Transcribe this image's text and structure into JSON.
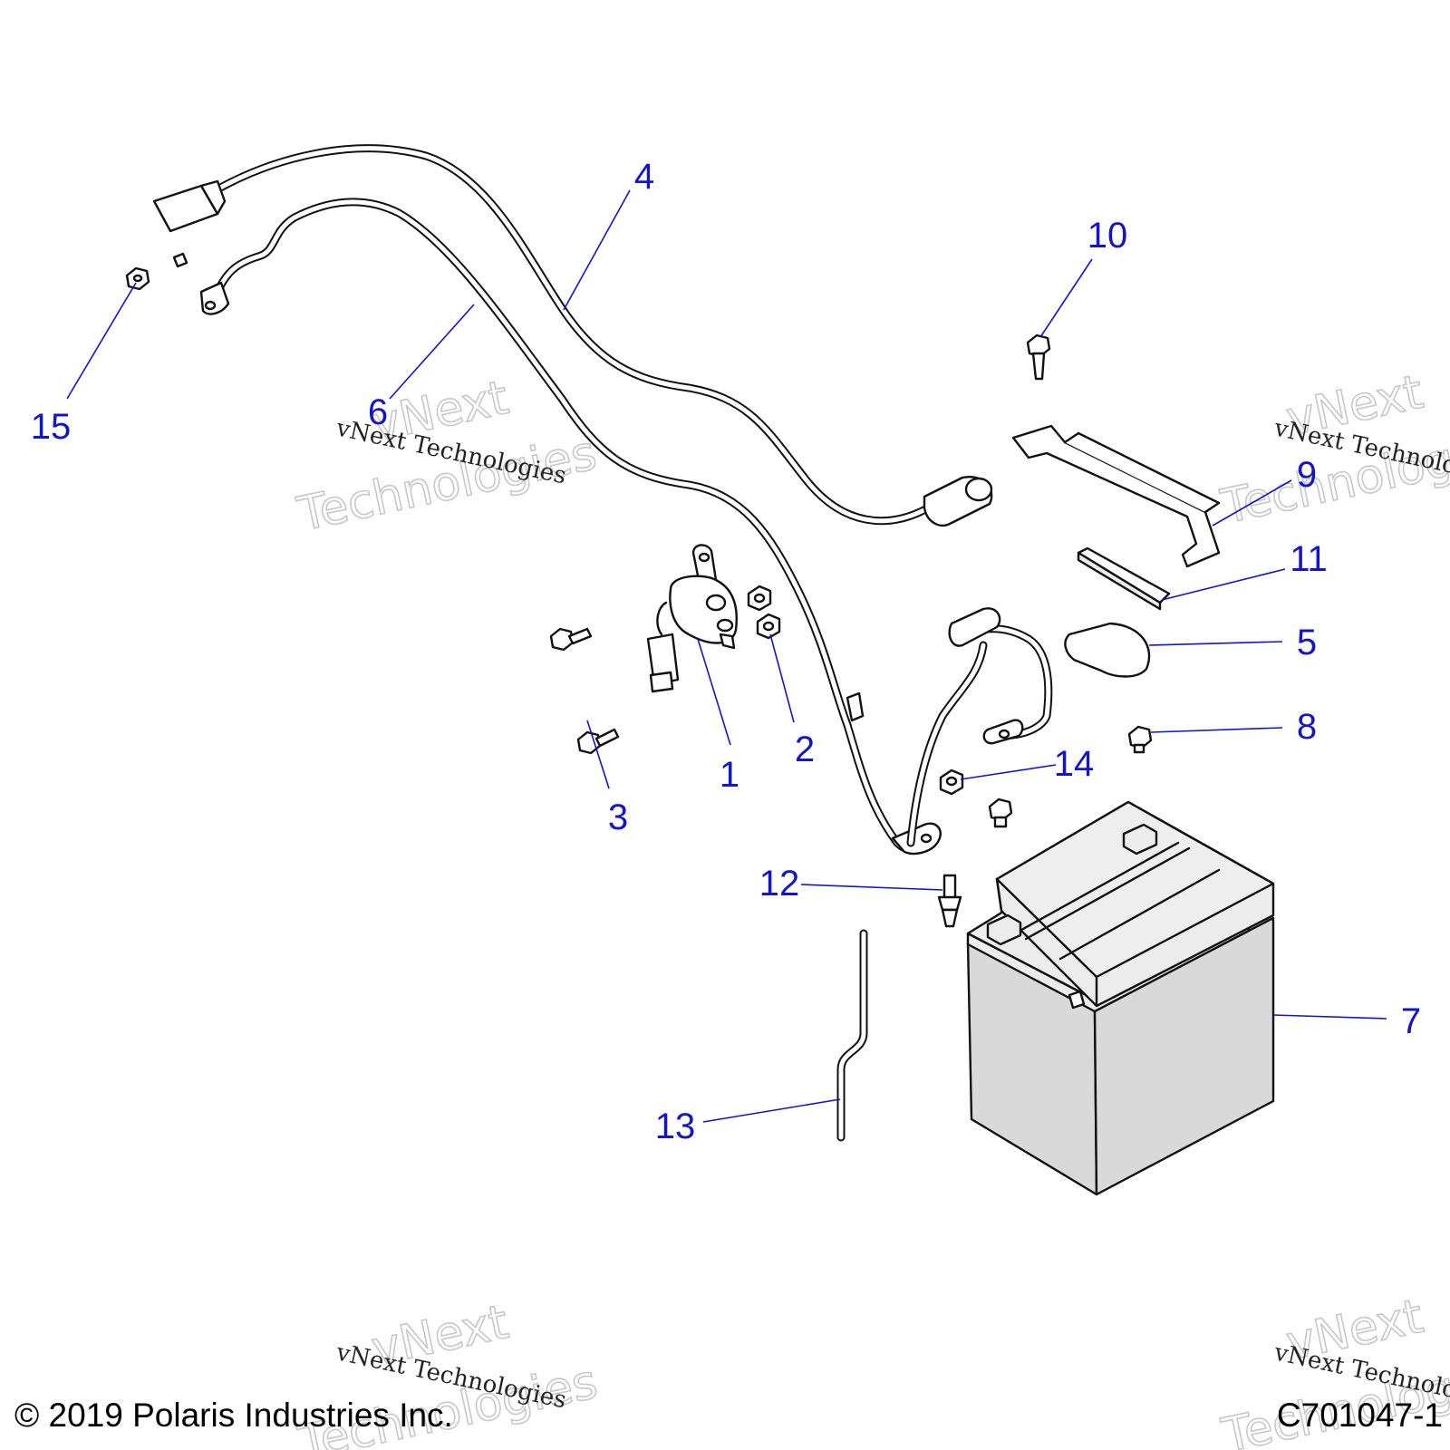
{
  "callouts": [
    "1",
    "2",
    "3",
    "4",
    "5",
    "6",
    "7",
    "8",
    "9",
    "10",
    "11",
    "12",
    "13",
    "14",
    "15"
  ],
  "footer": {
    "copyright": "© 2019 Polaris Industries Inc.",
    "drawing_number": "C701047-1"
  },
  "watermark": {
    "line": "vNext Technologies",
    "big_top": "vNext",
    "big_bottom": "Technologies"
  },
  "colors": {
    "callout": "#1414c8",
    "line_art": "#111111",
    "battery_fill": "#d9d9d9"
  }
}
